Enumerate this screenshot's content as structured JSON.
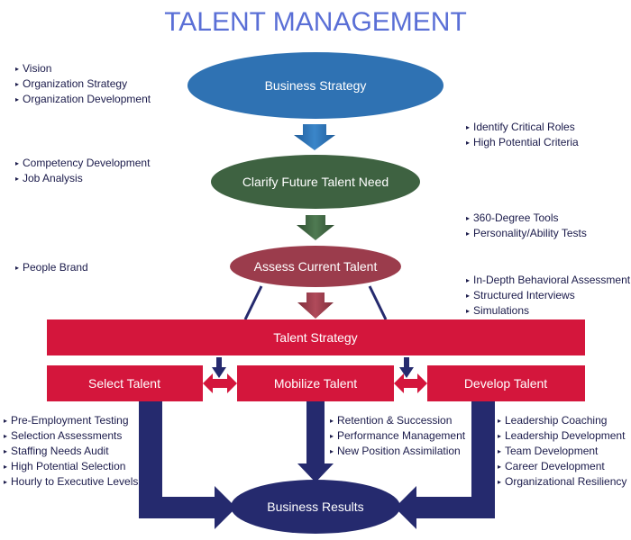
{
  "title": "TALENT MANAGEMENT",
  "colors": {
    "title": "#5a6fd6",
    "business_strategy": "#2f72b3",
    "clarify_need": "#3e6241",
    "assess_talent": "#9b3c4c",
    "strategy_bar": "#d4163c",
    "navy": "#252a6e",
    "text": "#1a1a4a"
  },
  "nodes": {
    "business_strategy": "Business Strategy",
    "clarify_need": "Clarify Future Talent Need",
    "assess_talent": "Assess Current Talent",
    "talent_strategy": "Talent Strategy",
    "select_talent": "Select Talent",
    "mobilize_talent": "Mobilize Talent",
    "develop_talent": "Develop Talent",
    "business_results": "Business Results"
  },
  "bullets": {
    "strategy_inputs": [
      "Vision",
      "Organization Strategy",
      "Organization Development"
    ],
    "critical_roles": [
      "Identify Critical Roles",
      "High Potential Criteria"
    ],
    "competency": [
      "Competency Development",
      "Job Analysis"
    ],
    "tools": [
      "360-Degree Tools",
      "Personality/Ability Tests"
    ],
    "people_brand": [
      "People Brand"
    ],
    "assessments": [
      "In-Depth Behavioral Assessment",
      "Structured Interviews",
      "Simulations"
    ],
    "select": [
      "Pre-Employment Testing",
      "Selection Assessments",
      "Staffing Needs Audit",
      "High Potential Selection",
      "Hourly to Executive Levels"
    ],
    "mobilize": [
      "Retention & Succession",
      "Performance Management",
      "New Position Assimilation"
    ],
    "develop": [
      "Leadership Coaching",
      "Leadership Development",
      "Team Development",
      "Career Development",
      "Organizational Resiliency"
    ]
  }
}
